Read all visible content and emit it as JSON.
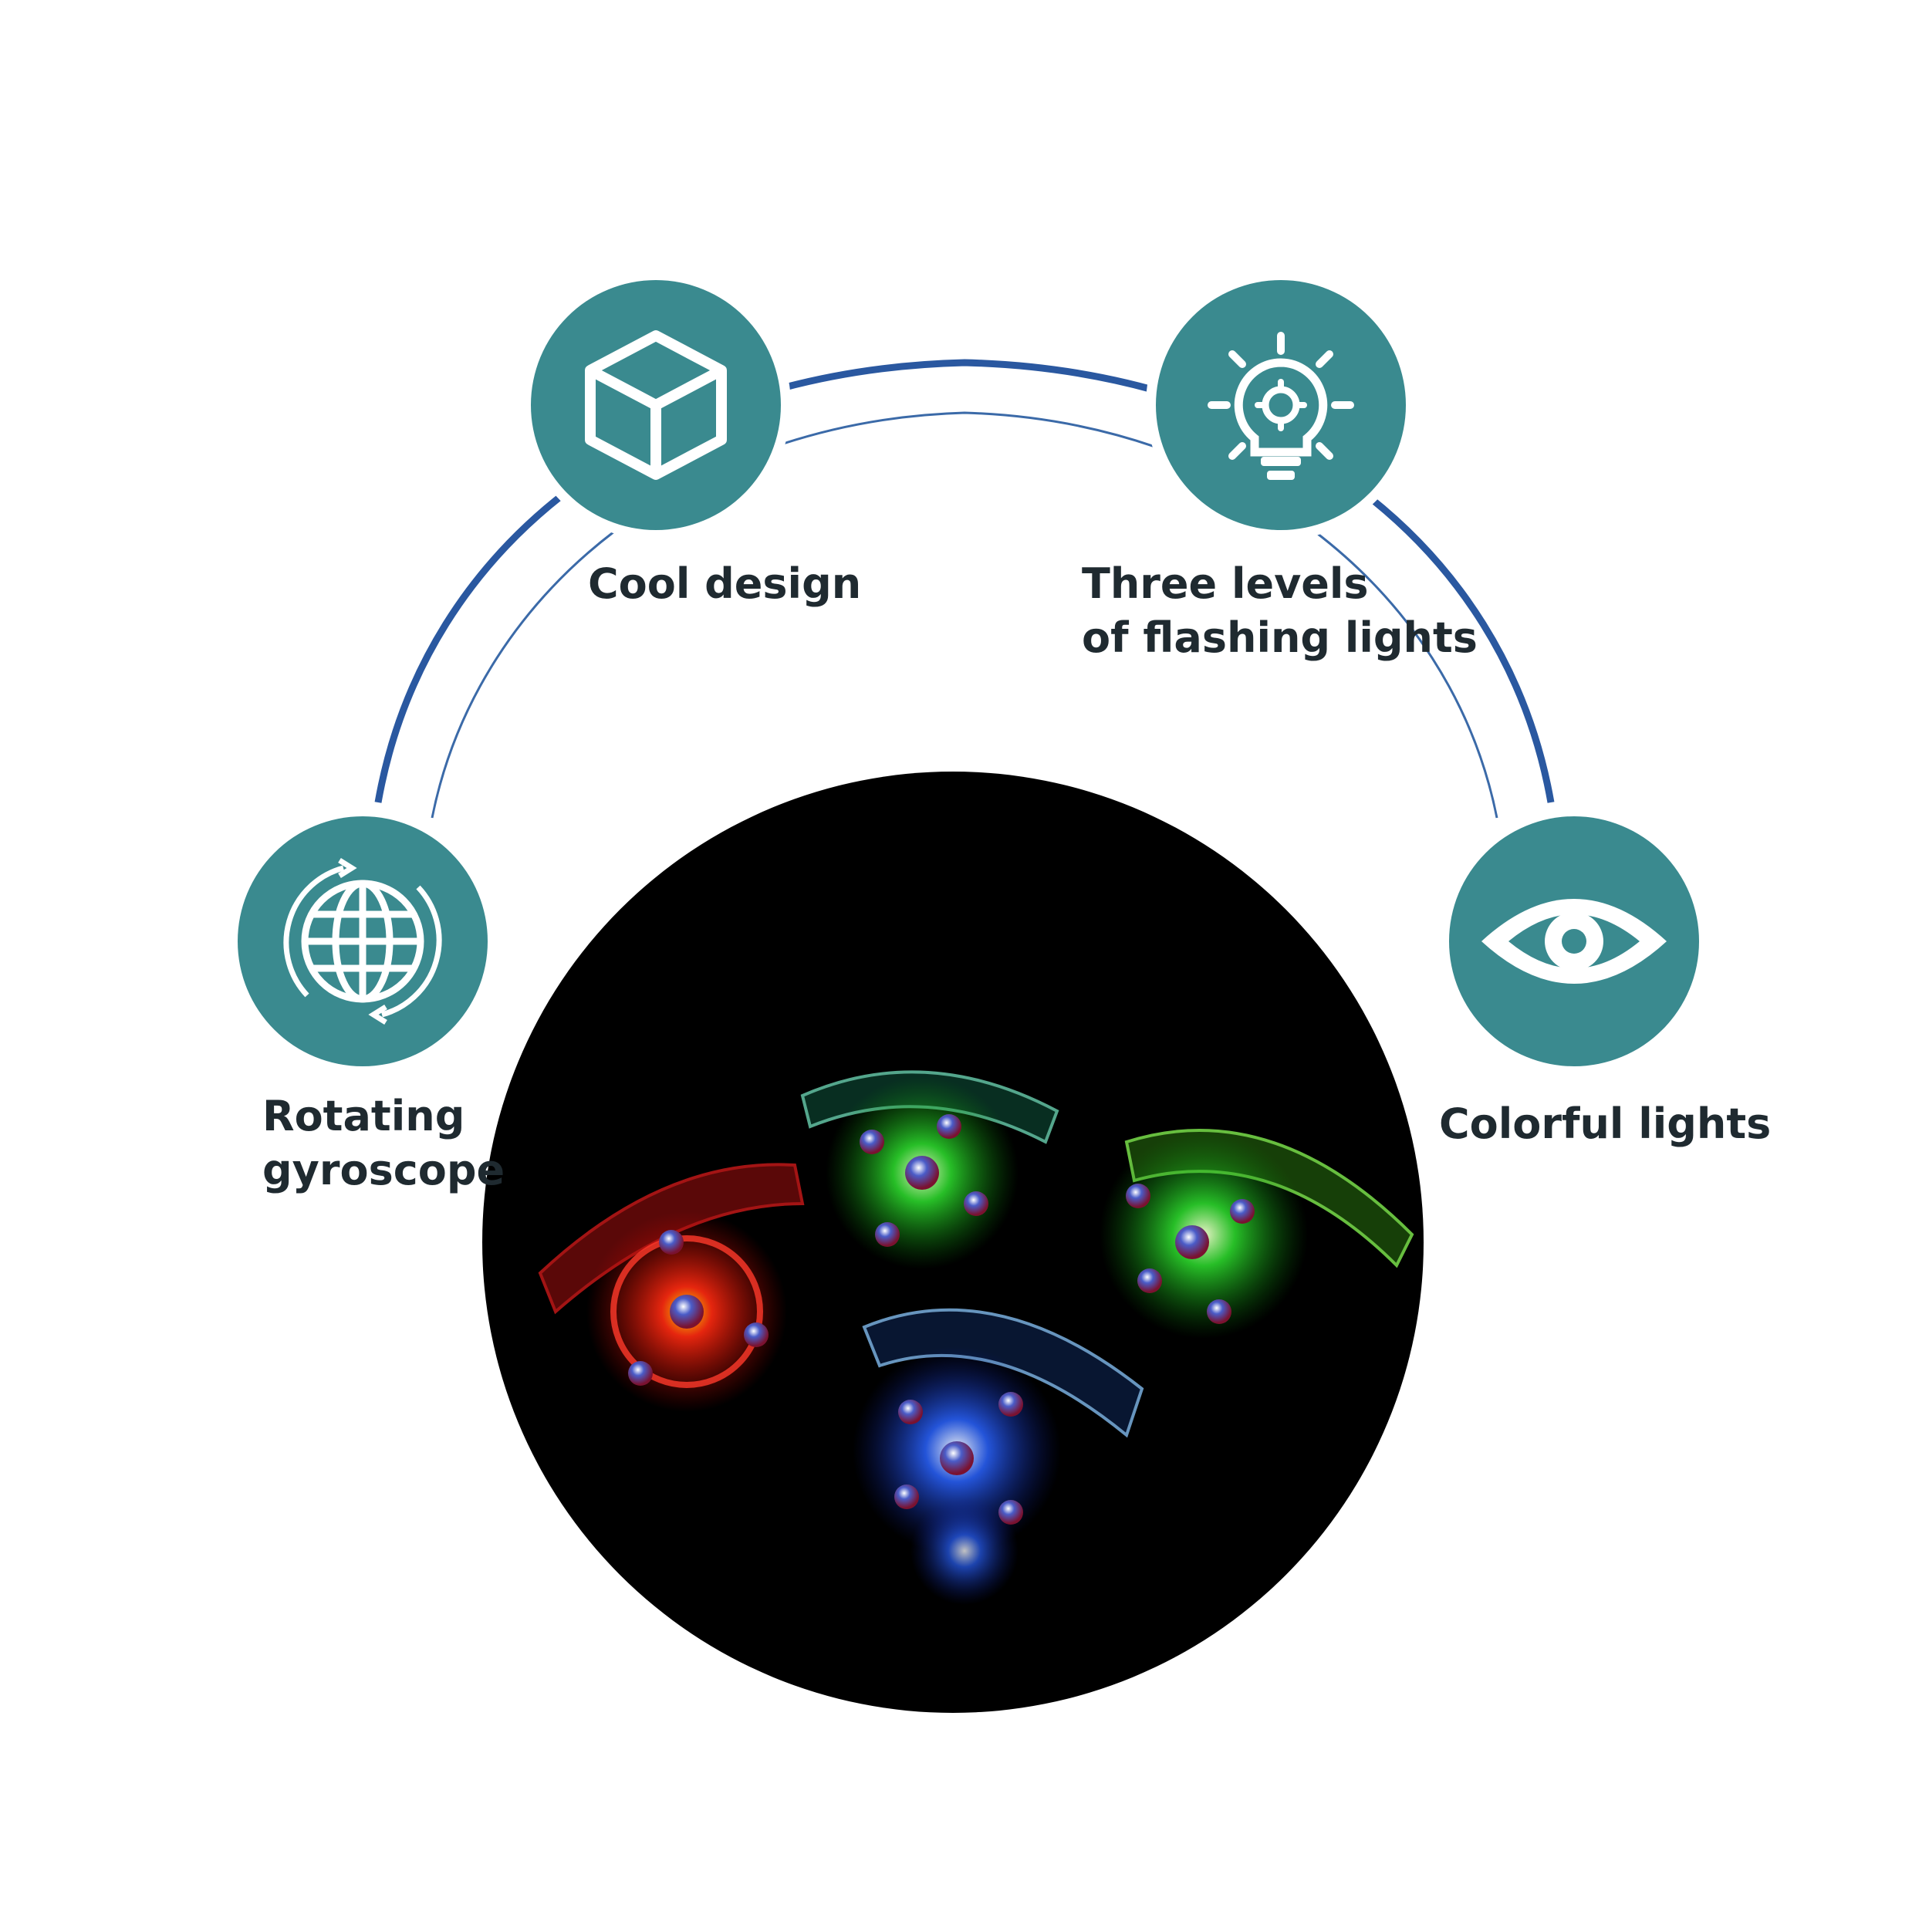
{
  "features": [
    {
      "id": "cool-design",
      "icon": "cube-icon",
      "lines": [
        "Cool design"
      ]
    },
    {
      "id": "three-levels",
      "icon": "lightbulb-gear-icon",
      "lines": [
        "Three levels",
        "of flashing lights"
      ]
    },
    {
      "id": "rotating-gyroscope",
      "icon": "rotating-globe-icon",
      "lines": [
        "Rotating",
        "gyroscope"
      ]
    },
    {
      "id": "colorful-lights",
      "icon": "eye-icon",
      "lines": [
        "Colorful lights"
      ]
    }
  ],
  "product_photo": {
    "subject": "led-spinner-bracelets",
    "bracelet_colors": [
      "#e01010",
      "#22dd22",
      "#33dd33",
      "#2a63ff"
    ]
  },
  "colors": {
    "icon_circle": "#3a8a8f",
    "outer_arc": "#2a58a0",
    "inner_arc": "#3b6aa8",
    "label_text": "#1f2a30",
    "photo_background": "#000000"
  }
}
